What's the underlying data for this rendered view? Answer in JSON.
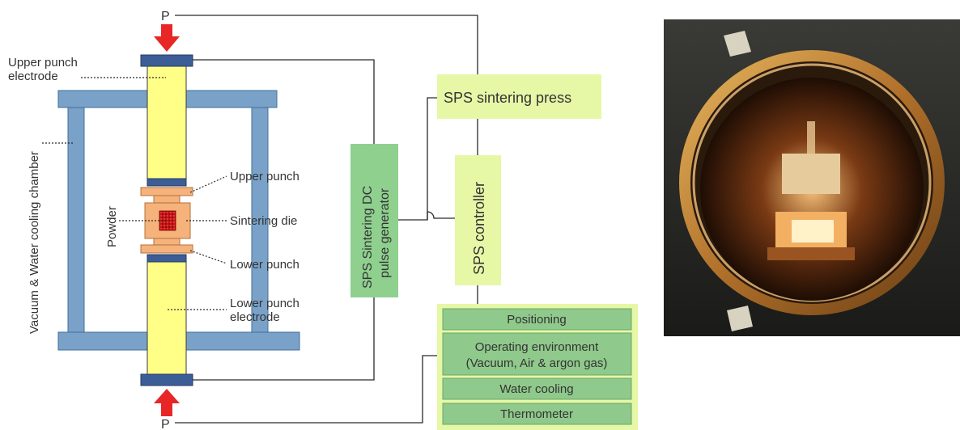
{
  "labels": {
    "p_top": "P",
    "p_bottom": "P",
    "upper_punch_electrode_1": "Upper punch",
    "upper_punch_electrode_2": "electrode",
    "vacuum_chamber": "Vacuum & Water cooling chamber",
    "powder": "Powder",
    "upper_punch": "Upper punch",
    "sintering_die": "Sintering die",
    "lower_punch": "Lower punch",
    "lower_punch_electrode_1": "Lower punch",
    "lower_punch_electrode_2": "electrode",
    "pulse_generator_1": "SPS Sintering DC",
    "pulse_generator_2": "pulse generator",
    "sintering_press": "SPS sintering press",
    "controller": "SPS controller"
  },
  "controller_functions": [
    {
      "line1": "Positioning"
    },
    {
      "line1": "Operating environment",
      "line2": "(Vacuum, Air & argon gas)"
    },
    {
      "line1": "Water cooling"
    },
    {
      "line1": "Thermometer"
    }
  ],
  "colors": {
    "frame_blue": "#7aa2c8",
    "electrode_navy": "#3d5d96",
    "punch_yellow": "#ffff88",
    "die_orange": "#f5b27a",
    "powder_red": "#d11a1a",
    "arrow_red": "#e82626",
    "generator_green": "#8fd08f",
    "press_lightgreen": "#e6f7a6",
    "function_green": "#8fc98b"
  },
  "photo": {
    "description_icon": "sps-chamber-photo"
  }
}
